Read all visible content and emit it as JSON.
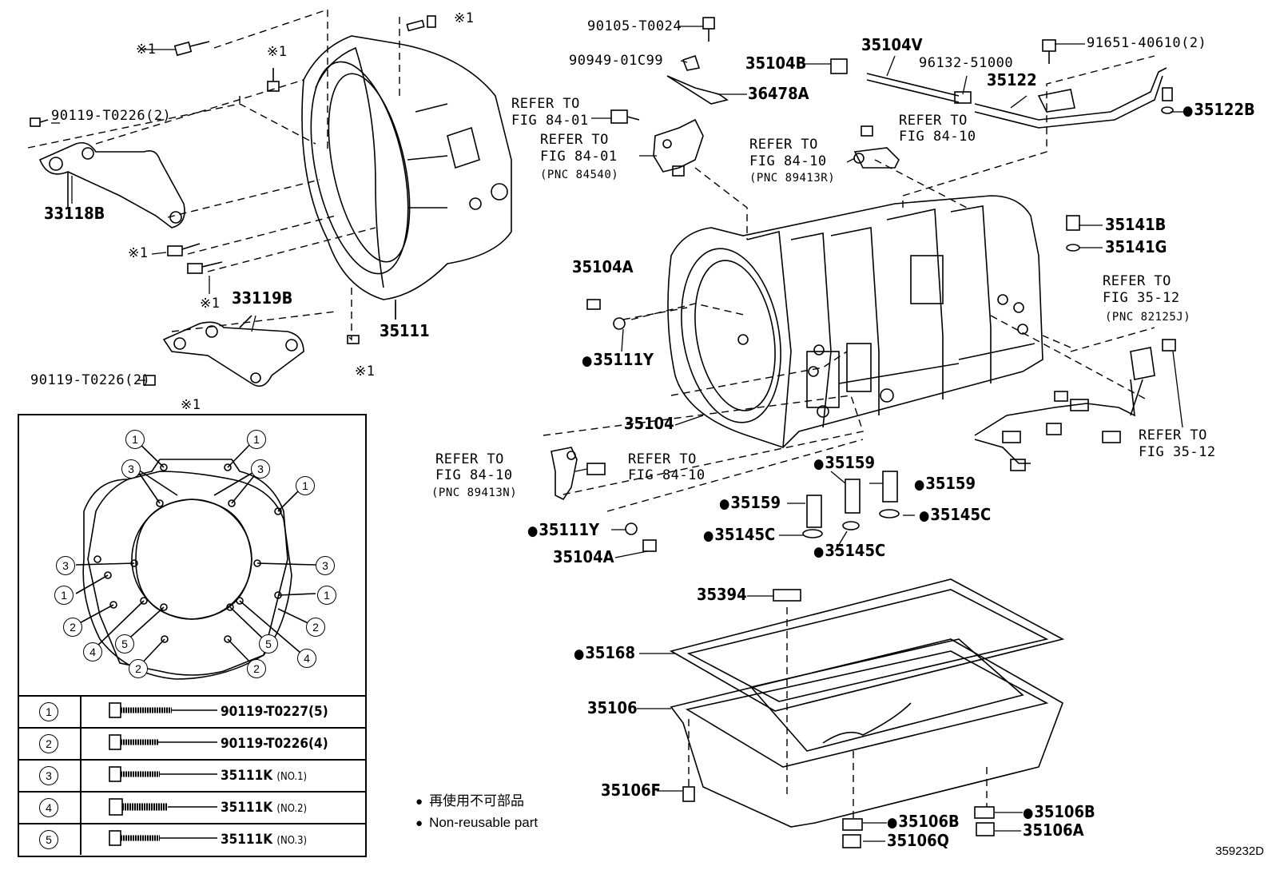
{
  "figure_id": "359232D",
  "legend": {
    "jp": "再使用不可部品",
    "en": "Non-reusable part"
  },
  "inset": {
    "title": "※1",
    "table": [
      {
        "num": "1",
        "part": "90119-T0227(5)",
        "note": ""
      },
      {
        "num": "2",
        "part": "90119-T0226(4)",
        "note": ""
      },
      {
        "num": "3",
        "part": "35111K",
        "note": "(NO.1)"
      },
      {
        "num": "4",
        "part": "35111K",
        "note": "(NO.2)"
      },
      {
        "num": "5",
        "part": "35111K",
        "note": "(NO.3)"
      }
    ]
  },
  "labels": {
    "x1_a": "※1",
    "x1_b": "※1",
    "x1_c": "※1",
    "x1_d": "※1",
    "x1_e": "※1",
    "x1_f": "※1",
    "p90119_t0226_top": "90119-T0226(2)",
    "p33118b": "33118B",
    "p33119b": "33119B",
    "p35111": "35111",
    "p90119_t0226_bot": "90119-T0226(2)",
    "p90105": "90105-T0024",
    "p90949": "90949-01C99",
    "p36478a": "36478A",
    "p35104b": "35104B",
    "p35104v": "35104V",
    "p96132": "96132-51000",
    "p35122": "35122",
    "p91651": "91651-40610(2)",
    "p35122b": "35122B",
    "refer_1a": "REFER TO",
    "refer_1b": "FIG 84-01",
    "refer_2a": "REFER TO",
    "refer_2b": "FIG 84-01",
    "refer_2c": "(PNC 84540)",
    "refer_3a": "REFER TO",
    "refer_3b": "FIG 84-10",
    "refer_4a": "REFER TO",
    "refer_4b": "FIG 84-10",
    "refer_4c": "(PNC 89413R)",
    "p35141b": "35141B",
    "p35141g": "35141G",
    "refer_5a": "REFER TO",
    "refer_5b": "FIG 35-12",
    "refer_5c": "(PNC 82125J)",
    "p35104a_top": "35104A",
    "p35111y_top": "35111Y",
    "p35104": "35104",
    "refer_6a": "REFER TO",
    "refer_6b": "FIG 35-12",
    "refer_7a": "REFER TO",
    "refer_7b": "FIG 84-10",
    "refer_7c": "(PNC 89413N)",
    "refer_8a": "REFER TO",
    "refer_8b": "FIG 84-10",
    "p35159_a": "35159",
    "p35159_b": "35159",
    "p35159_c": "35159",
    "p35145c_a": "35145C",
    "p35145c_b": "35145C",
    "p35145c_c": "35145C",
    "p35111y_bot": "35111Y",
    "p35104a_bot": "35104A",
    "p35394": "35394",
    "p35168": "35168",
    "p35106": "35106",
    "p35106f": "35106F",
    "p35106b_a": "35106B",
    "p35106q": "35106Q",
    "p35106b_b": "35106B",
    "p35106a": "35106A"
  },
  "inset_callouts": [
    "1",
    "1",
    "1",
    "3",
    "3",
    "1",
    "3",
    "3",
    "1",
    "1",
    "2",
    "2",
    "4",
    "5",
    "5",
    "4",
    "2",
    "2"
  ]
}
